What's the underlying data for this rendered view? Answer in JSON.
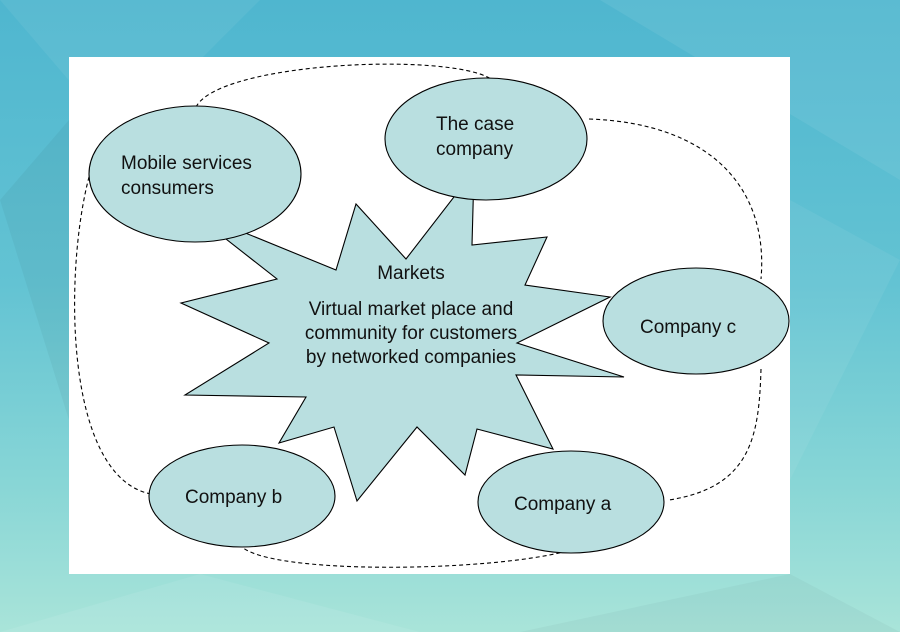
{
  "colors": {
    "node_fill": "#b9dfe0",
    "stroke": "#000000",
    "panel": "#ffffff",
    "background_top": "#4fb6cf",
    "background_bottom": "#a9e4d9"
  },
  "center": {
    "title": "Markets",
    "line1": "Virtual market place and",
    "line2": "community for customers",
    "line3": "by networked companies"
  },
  "nodes": {
    "mobile": {
      "line1": "Mobile services",
      "line2": "consumers"
    },
    "case": {
      "line1": "The case",
      "line2": "company"
    },
    "company_c": {
      "label": "Company c"
    },
    "company_b": {
      "label": "Company b"
    },
    "company_a": {
      "label": "Company a"
    }
  }
}
